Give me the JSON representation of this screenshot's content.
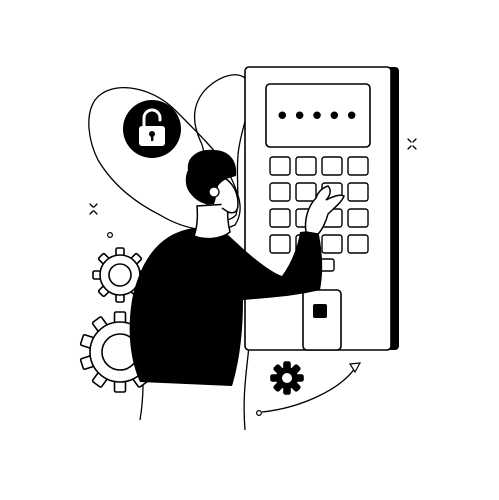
{
  "illustration": {
    "pin_mask": "•••••",
    "icons": [
      "padlock-unlocked-icon",
      "gear-icon",
      "sparkle-icon",
      "arrow-icon"
    ],
    "keypad": {
      "rows": 4,
      "columns": 4,
      "extra_keys": 1
    },
    "colors": {
      "ink": "#000000",
      "paper": "#ffffff"
    }
  }
}
